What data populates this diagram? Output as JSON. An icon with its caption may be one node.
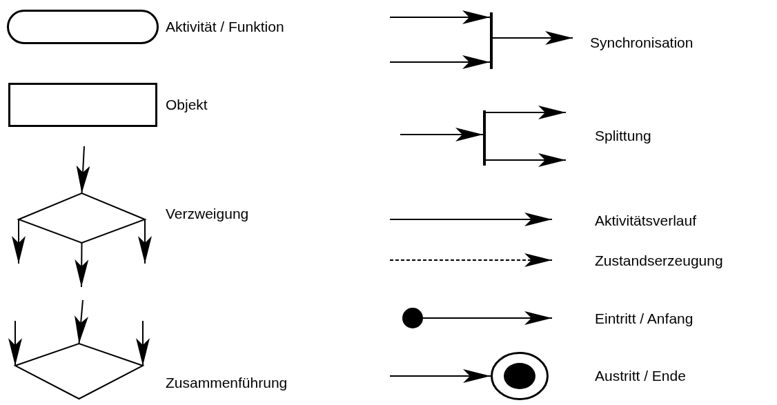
{
  "diagram": {
    "nodes": [
      {
        "text": [],
        "shape": "stadium",
        "beside": [
          "Aktivität / Funktion"
        ]
      },
      {
        "text": [],
        "shape": "box",
        "beside": [
          "Objekt"
        ]
      },
      {
        "text": [],
        "shape": "diamond",
        "beside": [
          "Verzweigung"
        ]
      },
      {
        "text": [],
        "shape": "diamond",
        "beside": [
          "Zusammenführung"
        ]
      },
      {
        "text": [],
        "shape": "bar"
      },
      {
        "text": [],
        "shape": "bar"
      },
      {
        "text": [],
        "shape": "circle"
      },
      {
        "text": [],
        "shape": "circle",
        "beside": [
          "Austritt / Ende"
        ]
      }
    ],
    "edges": [
      {
        "from": null,
        "to": 2,
        "arrow": "to"
      },
      {
        "from": 2,
        "to": null,
        "arrow": "to"
      },
      {
        "from": 2,
        "to": null,
        "arrow": "to"
      },
      {
        "from": 2,
        "to": null,
        "arrow": "to"
      },
      {
        "from": null,
        "to": 3,
        "arrow": "to"
      },
      {
        "from": null,
        "to": 3,
        "arrow": "to"
      },
      {
        "from": null,
        "to": 3,
        "arrow": "to"
      },
      {
        "from": null,
        "to": 4,
        "arrow": "to"
      },
      {
        "from": null,
        "to": 4,
        "arrow": "to"
      },
      {
        "from": 4,
        "to": null,
        "arrow": "to"
      },
      {
        "from": null,
        "to": 5,
        "arrow": "to"
      },
      {
        "from": 5,
        "to": null,
        "arrow": "to"
      },
      {
        "from": 5,
        "to": null,
        "arrow": "to"
      },
      {
        "from": 6,
        "to": null,
        "arrow": "to"
      },
      {
        "from": null,
        "to": 7,
        "arrow": "to"
      }
    ],
    "labels": [
      "Synchronisation",
      "Splittung",
      "Eintritt / Anfang"
    ],
    "legend": [
      {
        "text": "Aktivitätsverlauf"
      },
      {
        "text": "Zustandserzeugung"
      }
    ]
  }
}
